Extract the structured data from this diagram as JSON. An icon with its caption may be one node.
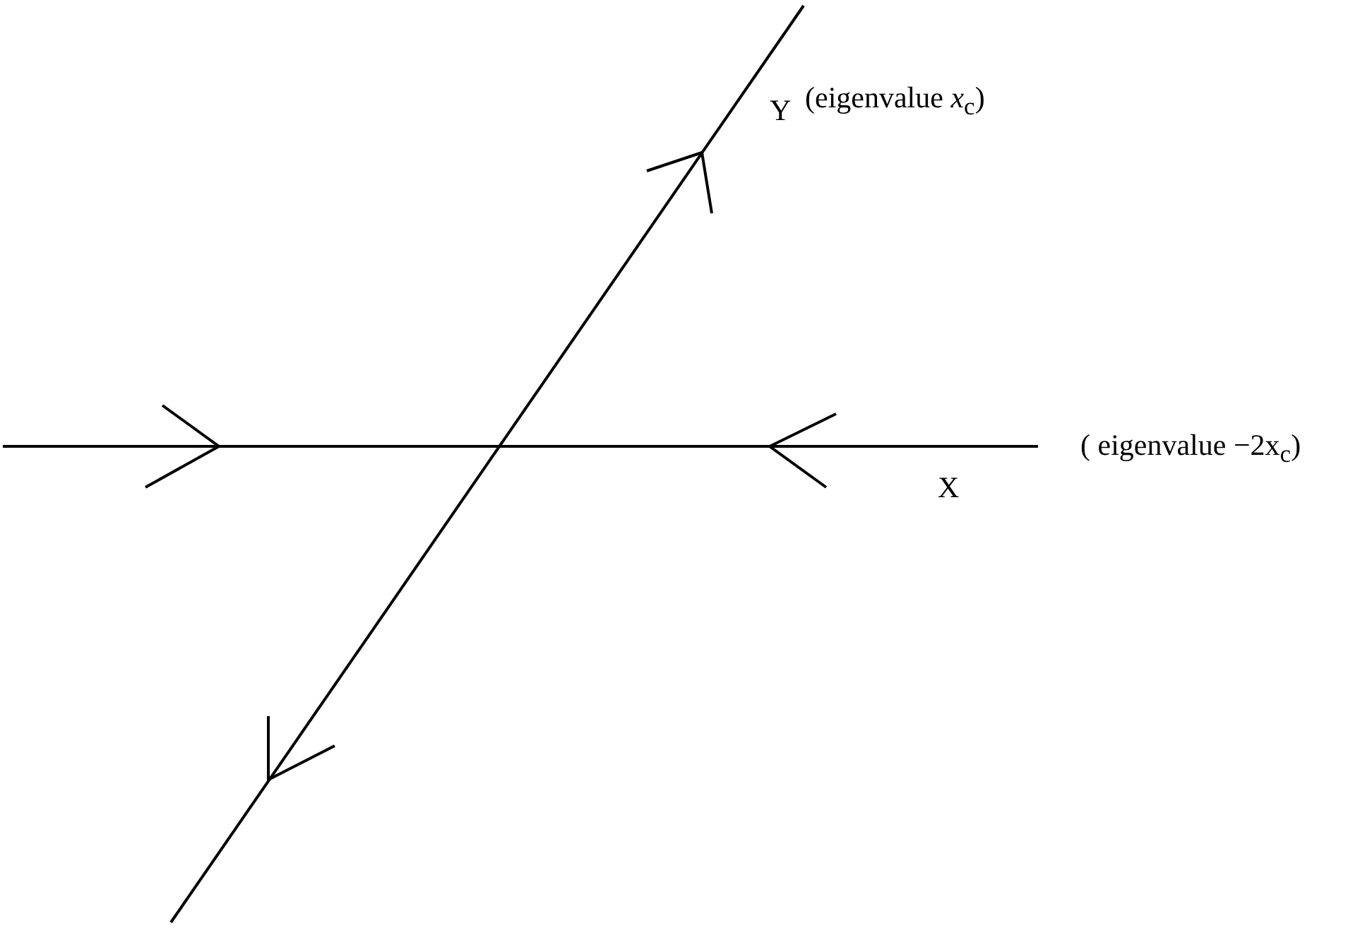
{
  "diagram": {
    "labels": [
      "Y",
      "(eigenvalue *x*$_{c}$)",
      "( eigenvalue −2x$_{c}$)",
      "X"
    ]
  }
}
